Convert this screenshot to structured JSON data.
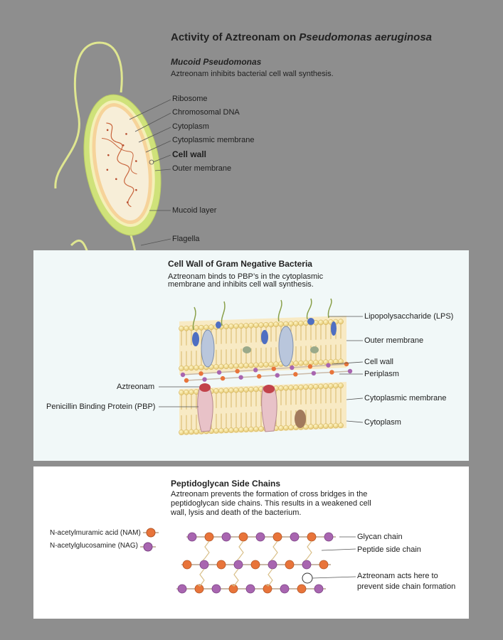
{
  "header": {
    "title_main": "Activity of Aztreonam on ",
    "title_italic": "Pseudomonas aeruginosa",
    "subtitle": "Mucoid Pseudomonas",
    "description": "Aztreonam inhibits bacterial cell wall synthesis."
  },
  "bacterium": {
    "labels": [
      "Ribosome",
      "Chromosomal DNA",
      "Cytoplasm",
      "Cytoplasmic membrane",
      "Cell wall",
      "Outer membrane",
      "Mucoid layer",
      "Flagella"
    ]
  },
  "cell_wall_panel": {
    "title": "Cell Wall of Gram Negative Bacteria",
    "description_line1": "Aztreonam binds to PBP’s in the cytoplasmic",
    "description_line2": "membrane and inhibits cell wall synthesis.",
    "right_labels": [
      "Lipopolysaccharide (LPS)",
      "Outer membrane",
      "Cell wall",
      "Periplasm",
      "Cytoplasmic membrane",
      "Cytoplasm"
    ],
    "left_labels": [
      "Aztreonam",
      "Penicillin Binding Protein (PBP)"
    ]
  },
  "peptidoglycan_panel": {
    "title": "Peptidoglycan Side Chains",
    "description_lines": [
      "Aztreonam prevents the formation of cross bridges in the",
      "peptidoglycan side chains. This results in a weakened cell",
      "wall, lysis and death of the bacterium."
    ],
    "legend": [
      "N-acetylmuramic acid (NAM)",
      "N-acetylglucosamine (NAG)"
    ],
    "right_labels": [
      "Glycan  chain",
      "Peptide side chain",
      "Aztreonam acts here to",
      "prevent side chain formation"
    ]
  },
  "colors": {
    "background": "#8e8e8e",
    "nam": "#e8743a",
    "nag": "#a865b0",
    "membrane_head": "#f0d98a",
    "mucoid": "#cfe27a",
    "panel_bg": "#f1f8f8"
  }
}
